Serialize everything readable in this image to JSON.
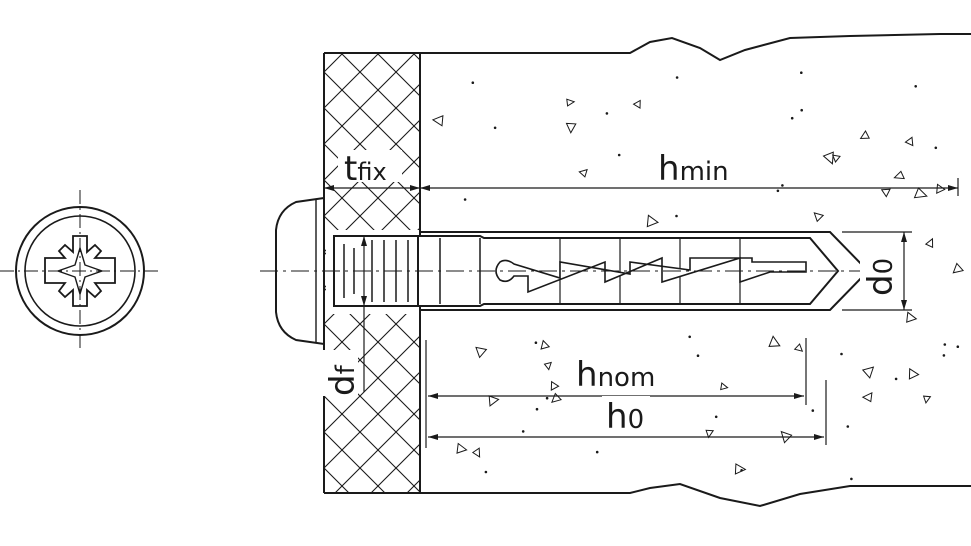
{
  "labels": {
    "t_main": "t",
    "t_sub": "fix",
    "hmin_main": "h",
    "hmin_sub": "min",
    "hnom_main": "h",
    "hnom_sub": "nom",
    "h0_main": "h",
    "h0_sub": "0",
    "d0_main": "d",
    "d0_sub": "0",
    "df_main": "d",
    "df_sub": "f"
  },
  "colors": {
    "line": "#1a1a1a",
    "background": "#ffffff"
  }
}
